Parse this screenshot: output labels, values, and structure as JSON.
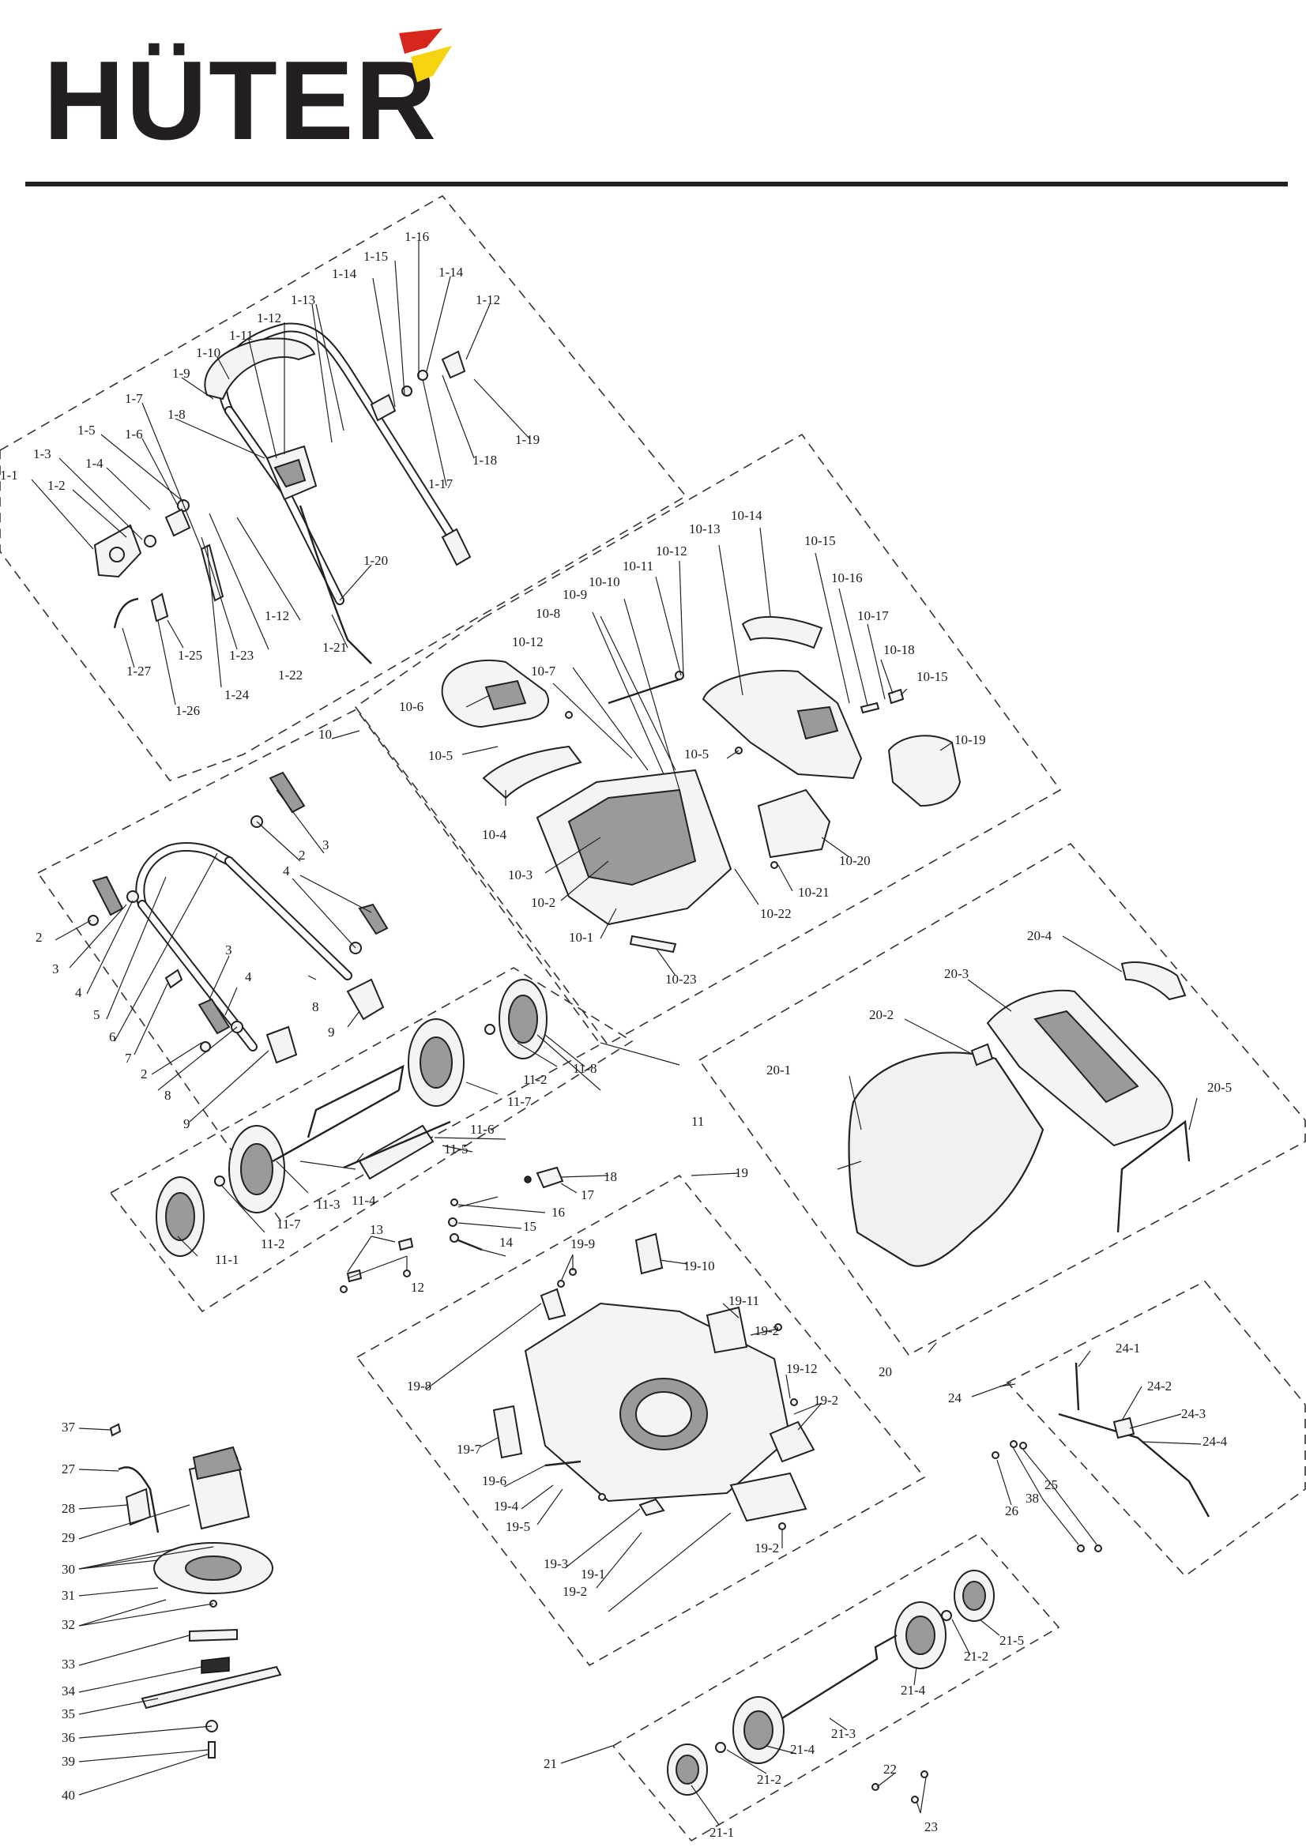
{
  "brand": {
    "name": "HÜTER",
    "colors": {
      "black": "#231f20",
      "red": "#d9261c",
      "yellow": "#f5d40f"
    }
  },
  "diagram": {
    "groups": [
      "1",
      "10",
      "11",
      "19",
      "20",
      "21",
      "24"
    ],
    "labels": [
      {
        "id": "l_1_1",
        "t": "1-1"
      },
      {
        "id": "l_1_2",
        "t": "1-2"
      },
      {
        "id": "l_1_3",
        "t": "1-3"
      },
      {
        "id": "l_1_4",
        "t": "1-4"
      },
      {
        "id": "l_1_5",
        "t": "1-5"
      },
      {
        "id": "l_1_6",
        "t": "1-6"
      },
      {
        "id": "l_1_7",
        "t": "1-7"
      },
      {
        "id": "l_1_8",
        "t": "1-8"
      },
      {
        "id": "l_1_9",
        "t": "1-9"
      },
      {
        "id": "l_1_10",
        "t": "1-10"
      },
      {
        "id": "l_1_11",
        "t": "1-11"
      },
      {
        "id": "l_1_12a",
        "t": "1-12"
      },
      {
        "id": "l_1_13",
        "t": "1-13"
      },
      {
        "id": "l_1_14a",
        "t": "1-14"
      },
      {
        "id": "l_1_15",
        "t": "1-15"
      },
      {
        "id": "l_1_16",
        "t": "1-16"
      },
      {
        "id": "l_1_14b",
        "t": "1-14"
      },
      {
        "id": "l_1_12b",
        "t": "1-12"
      },
      {
        "id": "l_1_19",
        "t": "1-19"
      },
      {
        "id": "l_1_18",
        "t": "1-18"
      },
      {
        "id": "l_1_17",
        "t": "1-17"
      },
      {
        "id": "l_1_20",
        "t": "1-20"
      },
      {
        "id": "l_1_21",
        "t": "1-21"
      },
      {
        "id": "l_1_12c",
        "t": "1-12"
      },
      {
        "id": "l_1_22",
        "t": "1-22"
      },
      {
        "id": "l_1_23",
        "t": "1-23"
      },
      {
        "id": "l_1_24",
        "t": "1-24"
      },
      {
        "id": "l_1_25",
        "t": "1-25"
      },
      {
        "id": "l_1_26",
        "t": "1-26"
      },
      {
        "id": "l_1_27",
        "t": "1-27"
      },
      {
        "id": "l_10",
        "t": "10"
      },
      {
        "id": "l_10_1",
        "t": "10-1"
      },
      {
        "id": "l_10_2",
        "t": "10-2"
      },
      {
        "id": "l_10_3",
        "t": "10-3"
      },
      {
        "id": "l_10_4",
        "t": "10-4"
      },
      {
        "id": "l_10_5a",
        "t": "10-5"
      },
      {
        "id": "l_10_5b",
        "t": "10-5"
      },
      {
        "id": "l_10_6",
        "t": "10-6"
      },
      {
        "id": "l_10_7",
        "t": "10-7"
      },
      {
        "id": "l_10_8",
        "t": "10-8"
      },
      {
        "id": "l_10_9",
        "t": "10-9"
      },
      {
        "id": "l_10_10",
        "t": "10-10"
      },
      {
        "id": "l_10_11",
        "t": "10-11"
      },
      {
        "id": "l_10_12a",
        "t": "10-12"
      },
      {
        "id": "l_10_12b",
        "t": "10-12"
      },
      {
        "id": "l_10_13",
        "t": "10-13"
      },
      {
        "id": "l_10_14",
        "t": "10-14"
      },
      {
        "id": "l_10_15a",
        "t": "10-15"
      },
      {
        "id": "l_10_15b",
        "t": "10-15"
      },
      {
        "id": "l_10_16",
        "t": "10-16"
      },
      {
        "id": "l_10_17",
        "t": "10-17"
      },
      {
        "id": "l_10_18",
        "t": "10-18"
      },
      {
        "id": "l_10_19",
        "t": "10-19"
      },
      {
        "id": "l_10_20",
        "t": "10-20"
      },
      {
        "id": "l_10_21",
        "t": "10-21"
      },
      {
        "id": "l_10_22",
        "t": "10-22"
      },
      {
        "id": "l_10_23",
        "t": "10-23"
      },
      {
        "id": "l_2a",
        "t": "2"
      },
      {
        "id": "l_3a",
        "t": "3"
      },
      {
        "id": "l_4a",
        "t": "4"
      },
      {
        "id": "l_5",
        "t": "5"
      },
      {
        "id": "l_6",
        "t": "6"
      },
      {
        "id": "l_7",
        "t": "7"
      },
      {
        "id": "l_2b",
        "t": "2"
      },
      {
        "id": "l_3b",
        "t": "3"
      },
      {
        "id": "l_4b",
        "t": "4"
      },
      {
        "id": "l_8a",
        "t": "8"
      },
      {
        "id": "l_9a",
        "t": "9"
      },
      {
        "id": "l_2c",
        "t": "2"
      },
      {
        "id": "l_3c",
        "t": "3"
      },
      {
        "id": "l_4c",
        "t": "4"
      },
      {
        "id": "l_8b",
        "t": "8"
      },
      {
        "id": "l_9b",
        "t": "9"
      },
      {
        "id": "l_11",
        "t": "11"
      },
      {
        "id": "l_11_1",
        "t": "11-1"
      },
      {
        "id": "l_11_2a",
        "t": "11-2"
      },
      {
        "id": "l_11_2b",
        "t": "11-2"
      },
      {
        "id": "l_11_3",
        "t": "11-3"
      },
      {
        "id": "l_11_4",
        "t": "11-4"
      },
      {
        "id": "l_11_5",
        "t": "11-5"
      },
      {
        "id": "l_11_6",
        "t": "11-6"
      },
      {
        "id": "l_11_7a",
        "t": "11-7"
      },
      {
        "id": "l_11_7b",
        "t": "11-7"
      },
      {
        "id": "l_11_8",
        "t": "11-8"
      },
      {
        "id": "l_12",
        "t": "12"
      },
      {
        "id": "l_13",
        "t": "13"
      },
      {
        "id": "l_14",
        "t": "14"
      },
      {
        "id": "l_15",
        "t": "15"
      },
      {
        "id": "l_16",
        "t": "16"
      },
      {
        "id": "l_17",
        "t": "17"
      },
      {
        "id": "l_18",
        "t": "18"
      },
      {
        "id": "l_19",
        "t": "19"
      },
      {
        "id": "l_19_1",
        "t": "19-1"
      },
      {
        "id": "l_19_2a",
        "t": "19-2"
      },
      {
        "id": "l_19_2b",
        "t": "19-2"
      },
      {
        "id": "l_19_2c",
        "t": "19-2"
      },
      {
        "id": "l_19_2d",
        "t": "19-2"
      },
      {
        "id": "l_19_3",
        "t": "19-3"
      },
      {
        "id": "l_19_4",
        "t": "19-4"
      },
      {
        "id": "l_19_5",
        "t": "19-5"
      },
      {
        "id": "l_19_6",
        "t": "19-6"
      },
      {
        "id": "l_19_7",
        "t": "19-7"
      },
      {
        "id": "l_19_8",
        "t": "19-8"
      },
      {
        "id": "l_19_9",
        "t": "19-9"
      },
      {
        "id": "l_19_10",
        "t": "19-10"
      },
      {
        "id": "l_19_11",
        "t": "19-11"
      },
      {
        "id": "l_19_12",
        "t": "19-12"
      },
      {
        "id": "l_20",
        "t": "20"
      },
      {
        "id": "l_20_1",
        "t": "20-1"
      },
      {
        "id": "l_20_2",
        "t": "20-2"
      },
      {
        "id": "l_20_3",
        "t": "20-3"
      },
      {
        "id": "l_20_4",
        "t": "20-4"
      },
      {
        "id": "l_20_5",
        "t": "20-5"
      },
      {
        "id": "l_21",
        "t": "21"
      },
      {
        "id": "l_21_1",
        "t": "21-1"
      },
      {
        "id": "l_21_2a",
        "t": "21-2"
      },
      {
        "id": "l_21_2b",
        "t": "21-2"
      },
      {
        "id": "l_21_3",
        "t": "21-3"
      },
      {
        "id": "l_21_4a",
        "t": "21-4"
      },
      {
        "id": "l_21_4b",
        "t": "21-4"
      },
      {
        "id": "l_21_5",
        "t": "21-5"
      },
      {
        "id": "l_22",
        "t": "22"
      },
      {
        "id": "l_23",
        "t": "23"
      },
      {
        "id": "l_24",
        "t": "24"
      },
      {
        "id": "l_24_1",
        "t": "24-1"
      },
      {
        "id": "l_24_2",
        "t": "24-2"
      },
      {
        "id": "l_24_3",
        "t": "24-3"
      },
      {
        "id": "l_24_4",
        "t": "24-4"
      },
      {
        "id": "l_25",
        "t": "25"
      },
      {
        "id": "l_26",
        "t": "26"
      },
      {
        "id": "l_38",
        "t": "38"
      },
      {
        "id": "l_27",
        "t": "27"
      },
      {
        "id": "l_28",
        "t": "28"
      },
      {
        "id": "l_29",
        "t": "29"
      },
      {
        "id": "l_30",
        "t": "30"
      },
      {
        "id": "l_31",
        "t": "31"
      },
      {
        "id": "l_32",
        "t": "32"
      },
      {
        "id": "l_33",
        "t": "33"
      },
      {
        "id": "l_34",
        "t": "34"
      },
      {
        "id": "l_35",
        "t": "35"
      },
      {
        "id": "l_36",
        "t": "36"
      },
      {
        "id": "l_37",
        "t": "37"
      },
      {
        "id": "l_39",
        "t": "39"
      },
      {
        "id": "l_40",
        "t": "40"
      }
    ]
  }
}
